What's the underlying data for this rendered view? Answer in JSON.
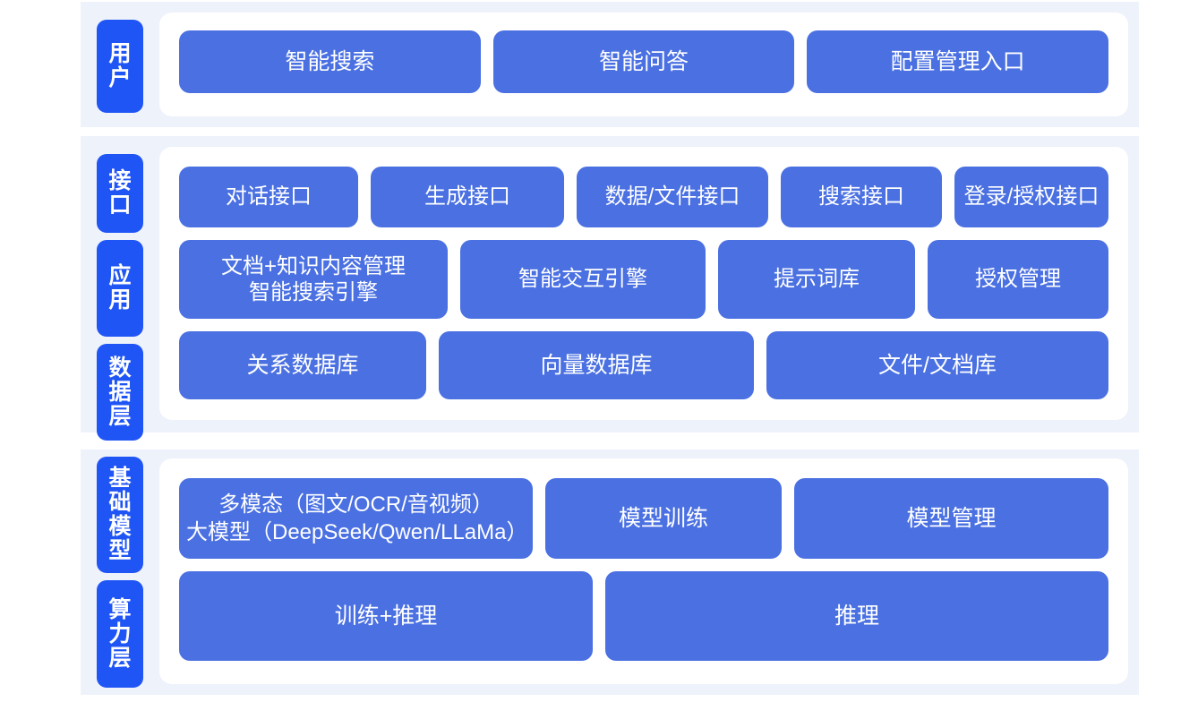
{
  "theme": {
    "page_background": "#ffffff",
    "band_background": "#eef2fb",
    "panel_background": "#ffffff",
    "pill_color": "#2055f5",
    "box_color": "#4a70e2",
    "box_text_color": "#ffffff"
  },
  "groups": [
    {
      "id": "users",
      "label": "用户",
      "rows": [
        {
          "id": "user-entries",
          "boxes": [
            {
              "label": "智能搜索"
            },
            {
              "label": "智能问答"
            },
            {
              "label": "配置管理入口"
            }
          ]
        }
      ]
    },
    {
      "id": "platform",
      "labels": [
        "接口",
        "应用",
        "数据层"
      ],
      "rows": [
        {
          "id": "interface",
          "label": "接口",
          "boxes": [
            {
              "label": "对话接口"
            },
            {
              "label": "生成接口"
            },
            {
              "label": "数据/文件接口"
            },
            {
              "label": "搜索接口"
            },
            {
              "label": "登录/授权接口"
            }
          ]
        },
        {
          "id": "application",
          "label": "应用",
          "boxes": [
            {
              "label": "文档+知识内容管理\n智能搜索引擎"
            },
            {
              "label": "智能交互引擎"
            },
            {
              "label": "提示词库"
            },
            {
              "label": "授权管理"
            }
          ]
        },
        {
          "id": "data-layer",
          "label": "数据层",
          "boxes": [
            {
              "label": "关系数据库"
            },
            {
              "label": "向量数据库"
            },
            {
              "label": "文件/文档库"
            }
          ]
        }
      ]
    },
    {
      "id": "foundation",
      "labels": [
        "基础模型",
        "算力层"
      ],
      "rows": [
        {
          "id": "base-model",
          "label": "基础模型",
          "boxes": [
            {
              "label": "多模态（图文/OCR/音视频）\n大模型（DeepSeek/Qwen/LLaMa）"
            },
            {
              "label": "模型训练"
            },
            {
              "label": "模型管理"
            }
          ]
        },
        {
          "id": "compute",
          "label": "算力层",
          "boxes": [
            {
              "label": "训练+推理"
            },
            {
              "label": "推理"
            }
          ]
        }
      ]
    }
  ]
}
